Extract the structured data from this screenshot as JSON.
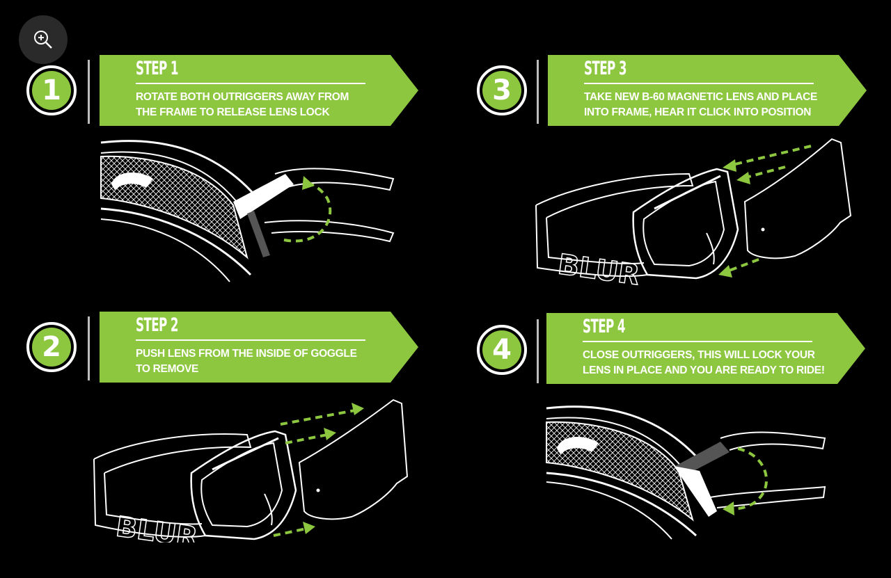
{
  "zoom": {
    "icon": "zoom-in-icon"
  },
  "accent_color": "#8dc63f",
  "brand_text": "BLUR",
  "steps": [
    {
      "number": "1",
      "title": "STEP 1",
      "text_lines": [
        "ROTATE BOTH OUTRIGGERS AWAY FROM",
        "THE FRAME TO RELEASE LENS LOCK"
      ]
    },
    {
      "number": "2",
      "title": "STEP 2",
      "text_lines": [
        "PUSH LENS FROM THE INSIDE OF GOGGLE",
        "TO REMOVE"
      ]
    },
    {
      "number": "3",
      "title": "STEP 3",
      "text_lines": [
        "TAKE NEW B-60 MAGNETIC LENS AND PLACE",
        "INTO FRAME, HEAR IT CLICK INTO POSITION"
      ]
    },
    {
      "number": "4",
      "title": "STEP 4",
      "text_lines": [
        "CLOSE OUTRIGGERS, THIS WILL LOCK YOUR",
        "LENS IN PLACE AND YOU ARE READY TO RIDE!"
      ]
    }
  ]
}
